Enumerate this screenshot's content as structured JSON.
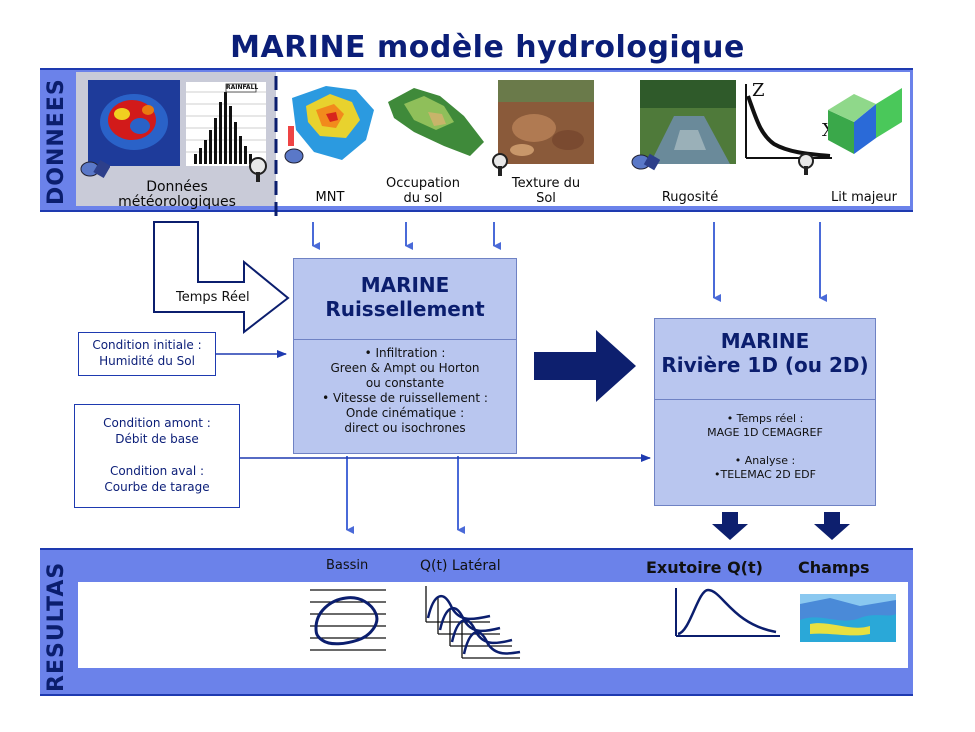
{
  "title": "MARINE modèle hydrologique",
  "donnees": {
    "side_label": "DONNEES",
    "items": {
      "meteo": "Données\nmétéorologiques",
      "mnt": "MNT",
      "occupation": "Occupation\ndu sol",
      "texture": "Texture du\nSol",
      "rugosite": "Rugosité",
      "lit_majeur": "Lit majeur"
    },
    "histogram_label": "RAINFALL",
    "profile_axis_z": "Z",
    "profile_axis_x": "X"
  },
  "temps_reel": "Temps Réel",
  "ruissellement": {
    "title": "MARINE\nRuissellement",
    "body": "• Infiltration :\nGreen & Ampt ou Horton\nou constante\n• Vitesse de ruissellement :\nOnde cinématique :\ndirect ou isochrones"
  },
  "riviere": {
    "title": "MARINE\nRivière 1D (ou 2D)",
    "body": "• Temps réel :\nMAGE 1D CEMAGREF\n\n• Analyse :\n•TELEMAC 2D EDF"
  },
  "conditions": {
    "initiale": "Condition initiale :\nHumidité du Sol",
    "amont_aval": "Condition amont :\nDébit de base\n\nCondition aval :\nCourbe de tarage"
  },
  "resultats": {
    "side_label": "RESULTAS",
    "bassin": "Bassin",
    "lateral": "Q(t) Latéral",
    "exutoire": "Exutoire Q(t)",
    "champs": "Champs"
  },
  "colors": {
    "band": "#6b82ea",
    "box": "#b9c6ef",
    "title": "#0b1e78",
    "arrow": "#4a6ad8",
    "big_arrow": "#0d1f6e"
  }
}
